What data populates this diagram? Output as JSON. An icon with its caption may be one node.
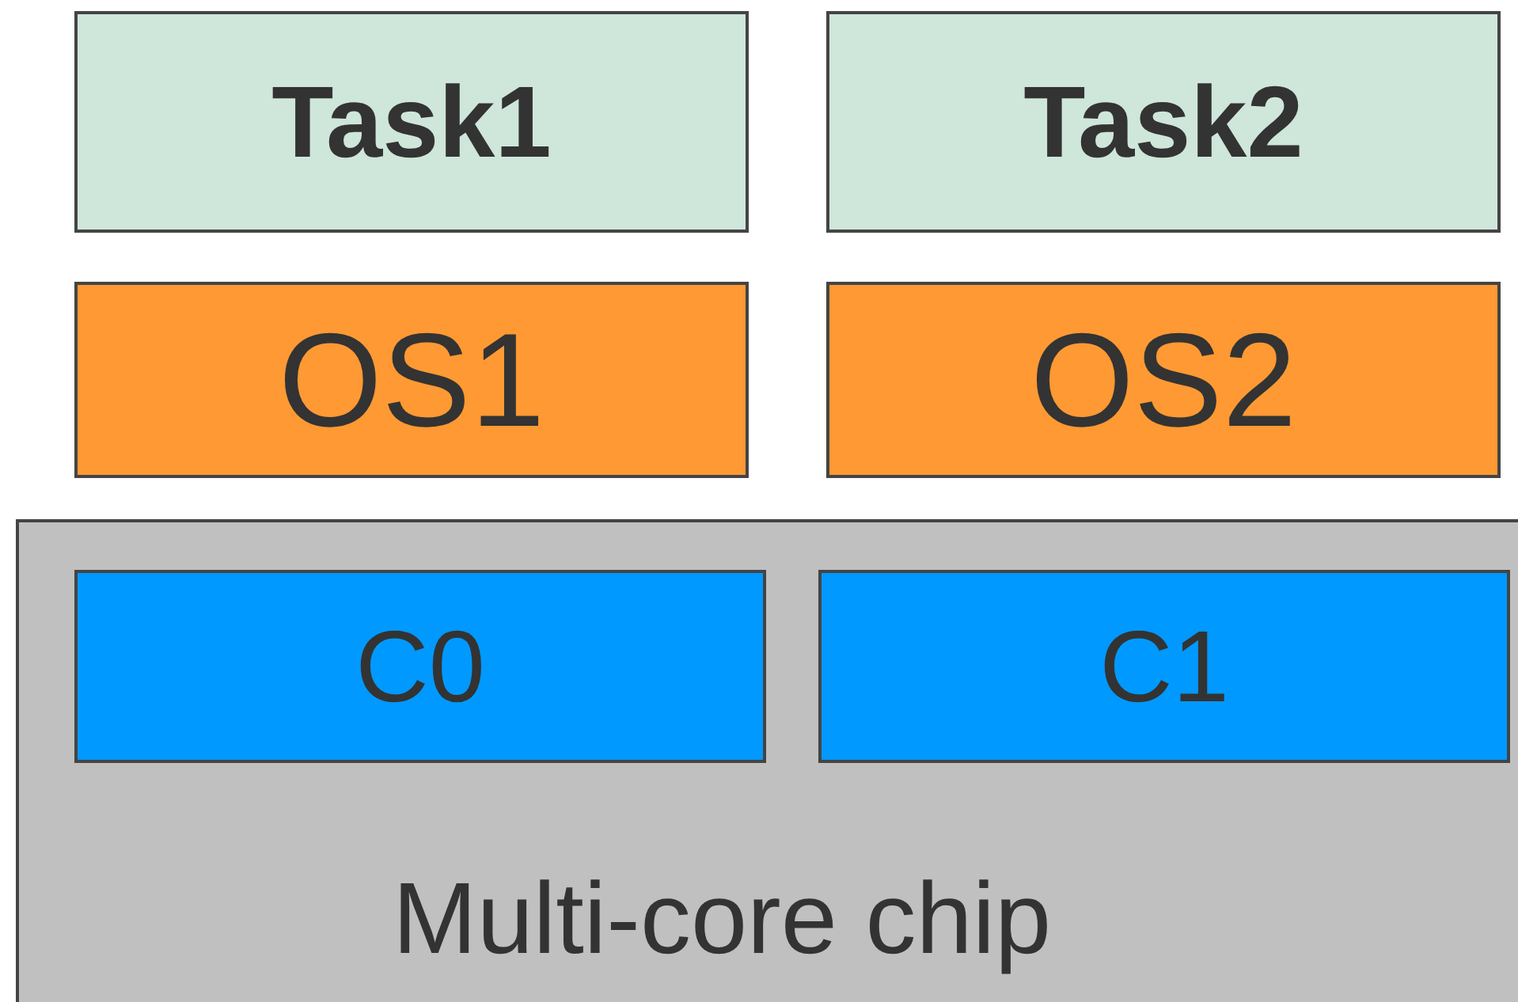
{
  "diagram": {
    "nodes": [
      {
        "text": [
          "Task1"
        ]
      },
      {
        "text": [
          "Task2"
        ]
      },
      {
        "text": [
          "OS1"
        ]
      },
      {
        "text": [
          "OS2"
        ]
      },
      {
        "text": [
          "Multi-core chip"
        ]
      },
      {
        "text": [
          "C0"
        ],
        "in": 4
      },
      {
        "text": [
          "C1"
        ],
        "in": 4
      }
    ]
  }
}
